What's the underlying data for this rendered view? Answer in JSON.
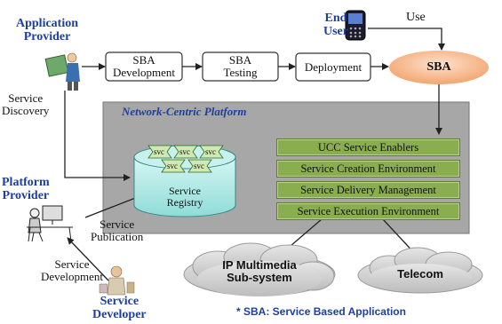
{
  "actors": {
    "application_provider": "Application\nProvider",
    "end_user": "End\nUser",
    "platform_provider": "Platform\nProvider",
    "service_developer": "Service\nDeveloper"
  },
  "process": {
    "sba_development": "SBA\nDevelopment",
    "sba_testing": "SBA\nTesting",
    "deployment": "Deployment",
    "sba": "SBA",
    "use": "Use"
  },
  "platform": {
    "title": "Network-Centric Platform",
    "enablers": [
      "UCC Service Enablers",
      "Service Creation Environment",
      "Service Delivery Management",
      "Service Execution Environment"
    ]
  },
  "registry": {
    "label": "Service\nRegistry",
    "svc_tags": [
      "svc",
      "svc",
      "svc",
      "svc",
      "svc"
    ]
  },
  "flows": {
    "service_discovery": "Service\nDiscovery",
    "service_publication": "Service\nPublication",
    "service_development": "Service\nDevelopment"
  },
  "clouds": {
    "ims": "IP Multimedia\nSub-system",
    "telecom": "Telecom"
  },
  "footnote": "* SBA: Service Based Application",
  "colors": {
    "actor_blue": "#1f3f9f",
    "enabler_green": "#8aad4f",
    "platform_gray": "#a7a7a7",
    "sba_orange": "#f6b98d",
    "registry_teal": "#a9e8e4"
  }
}
